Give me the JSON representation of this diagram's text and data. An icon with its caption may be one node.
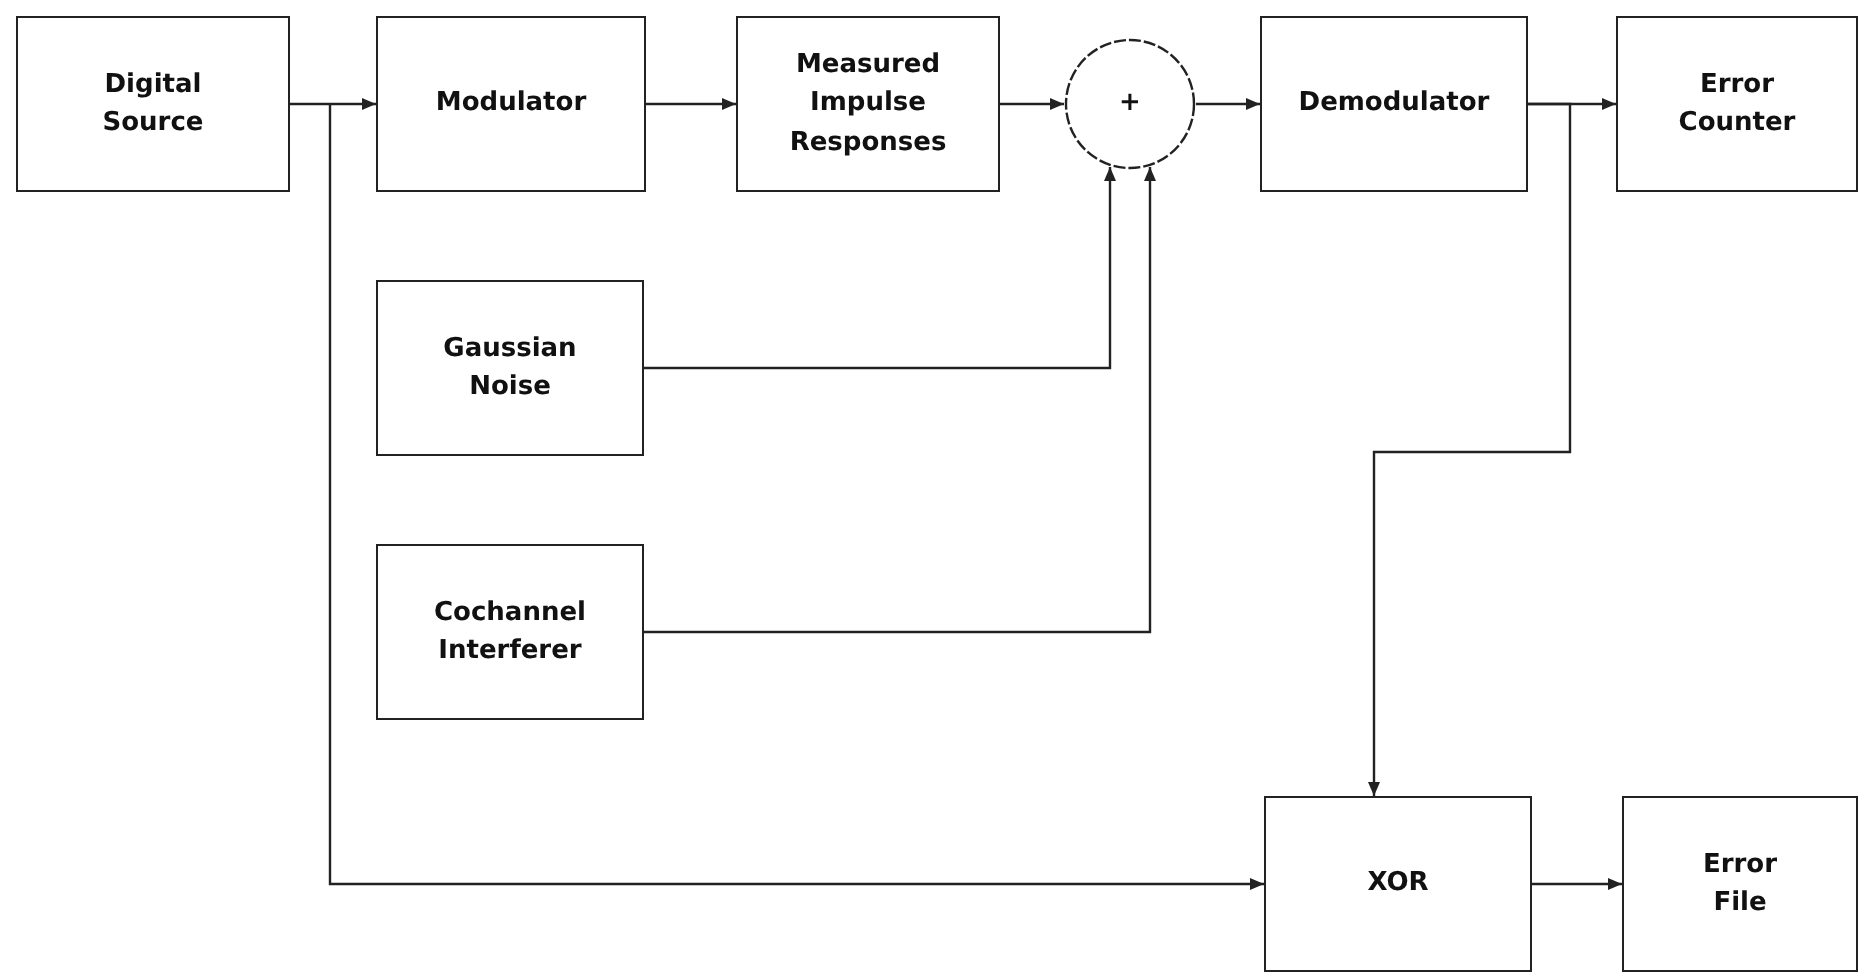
{
  "diagram": {
    "nodes": [
      {
        "text": [
          "Digital Source"
        ]
      },
      {
        "text": [
          "Modulator"
        ]
      },
      {
        "text": [
          "Measured Impulse Responses"
        ]
      },
      {
        "text": [
          "+"
        ]
      },
      {
        "text": [
          "Demodulator"
        ]
      },
      {
        "text": [
          "Error Counter"
        ]
      },
      {
        "text": [
          "Gaussian Noise"
        ]
      },
      {
        "text": [
          "Cochannel Interferer"
        ]
      },
      {
        "text": [
          "XOR"
        ]
      },
      {
        "text": [
          "Error File"
        ]
      }
    ],
    "edges": [
      {
        "from": 0,
        "to": 1,
        "arrow": "to"
      },
      {
        "from": 1,
        "to": 2,
        "arrow": "to"
      },
      {
        "from": 2,
        "to": 3,
        "arrow": "to"
      },
      {
        "from": 3,
        "to": 4,
        "arrow": "to"
      },
      {
        "from": 4,
        "to": 5,
        "arrow": "to"
      },
      {
        "from": 6,
        "to": 3,
        "arrow": "to"
      },
      {
        "from": 7,
        "to": 3,
        "arrow": "to"
      },
      {
        "from": 0,
        "to": 8,
        "arrow": "to"
      },
      {
        "from": 4,
        "to": 8,
        "arrow": "to"
      },
      {
        "from": 8,
        "to": 9,
        "arrow": "to"
      }
    ]
  }
}
